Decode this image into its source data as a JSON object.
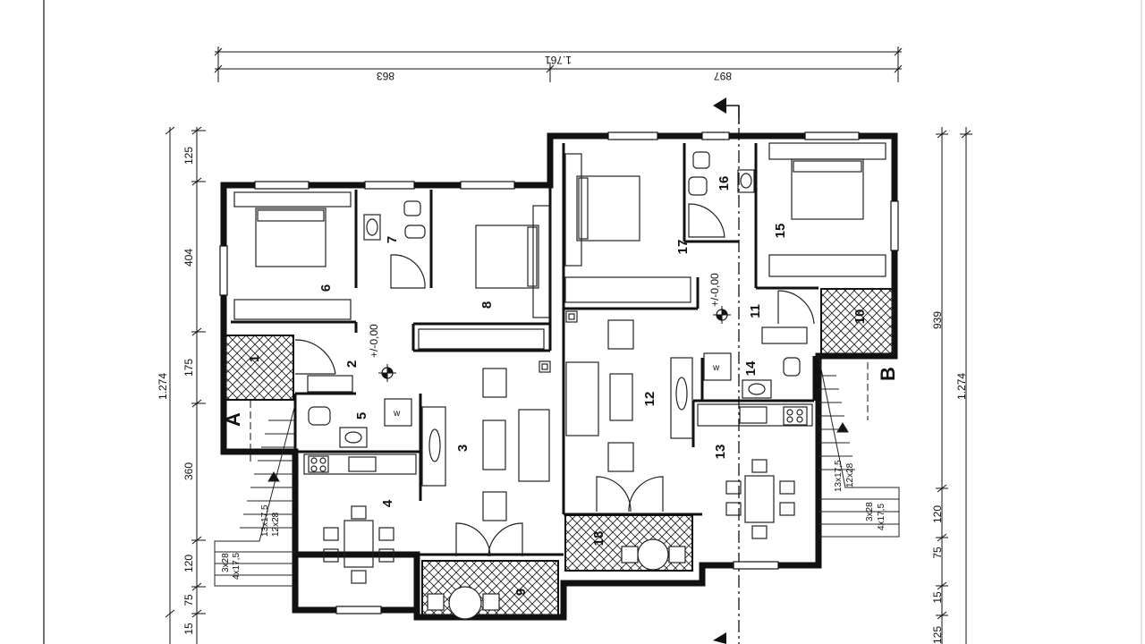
{
  "rooms": [
    {
      "id": "r1",
      "label": "1"
    },
    {
      "id": "r2",
      "label": "2"
    },
    {
      "id": "r3",
      "label": "3"
    },
    {
      "id": "r4",
      "label": "4"
    },
    {
      "id": "r5",
      "label": "5"
    },
    {
      "id": "r6",
      "label": "6"
    },
    {
      "id": "r7",
      "label": "7"
    },
    {
      "id": "r8",
      "label": "8"
    },
    {
      "id": "r9",
      "label": "9"
    },
    {
      "id": "r10",
      "label": "10"
    },
    {
      "id": "r11",
      "label": "11"
    },
    {
      "id": "r12",
      "label": "12"
    },
    {
      "id": "r13",
      "label": "13"
    },
    {
      "id": "r14",
      "label": "14"
    },
    {
      "id": "r15",
      "label": "15"
    },
    {
      "id": "r16",
      "label": "16"
    },
    {
      "id": "r17",
      "label": "17"
    },
    {
      "id": "r18",
      "label": "18"
    }
  ],
  "dimensions": {
    "top_total": "1.761",
    "top_left": "863",
    "top_right": "897",
    "left_chain": [
      "125",
      "404",
      "175",
      "360",
      "120",
      "75",
      "15"
    ],
    "left_total": "1.274",
    "right_chain": [
      "939",
      "120",
      "75",
      "15",
      "125"
    ],
    "right_total": "1.274"
  },
  "levels": {
    "left": "+/-0,00",
    "right": "+/-0,00"
  },
  "sections": {
    "a": "A",
    "b": "B"
  },
  "stairs": {
    "left_flight": "13x17,5",
    "left_tread": "12x28",
    "left_landing_a": "3x28",
    "left_landing_b": "4x17,5",
    "right_flight": "13x17,5",
    "right_tread": "12x28",
    "right_landing_a": "3x28",
    "right_landing_b": "4x17,5"
  },
  "appliance_marks": {
    "w1": "w",
    "w2": "w"
  }
}
